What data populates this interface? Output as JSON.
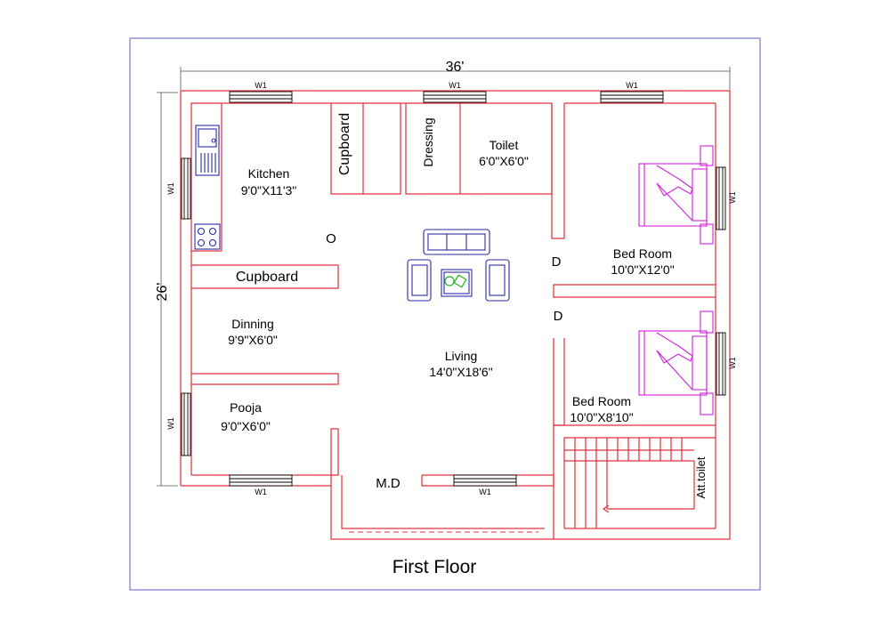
{
  "title": "First Floor",
  "dimensions": {
    "width": "36'",
    "depth": "26'"
  },
  "window_label": "W1",
  "rooms": {
    "kitchen": {
      "name": "Kitchen",
      "size": "9'0\"X11'3\""
    },
    "toilet": {
      "name": "Toilet",
      "size": "6'0\"X6'0\""
    },
    "dressing": {
      "name": "Dressing"
    },
    "cupboard_top": {
      "name": "Cupboard"
    },
    "cupboard_mid": {
      "name": "Cupboard"
    },
    "dinning": {
      "name": "Dinning",
      "size": "9'9\"X6'0\""
    },
    "living": {
      "name": "Living",
      "size": "14'0\"X18'6\""
    },
    "pooja": {
      "name": "Pooja",
      "size": "9'0\"X6'0\""
    },
    "bedroom1": {
      "name": "Bed Room",
      "size": "10'0\"X12'0\""
    },
    "bedroom2": {
      "name": "Bed Room",
      "size": "10'0\"X8'10\""
    },
    "att_toilet": {
      "name": "Att.toilet"
    }
  },
  "openings": {
    "main_door": "M.D",
    "opening": "O",
    "door1": "D",
    "door2": "D"
  },
  "colors": {
    "walls": "#e0303a",
    "furniture": "#2a2aa8",
    "beds": "#d020d8",
    "border": "#7878d0",
    "table_plant": "#20b020"
  }
}
